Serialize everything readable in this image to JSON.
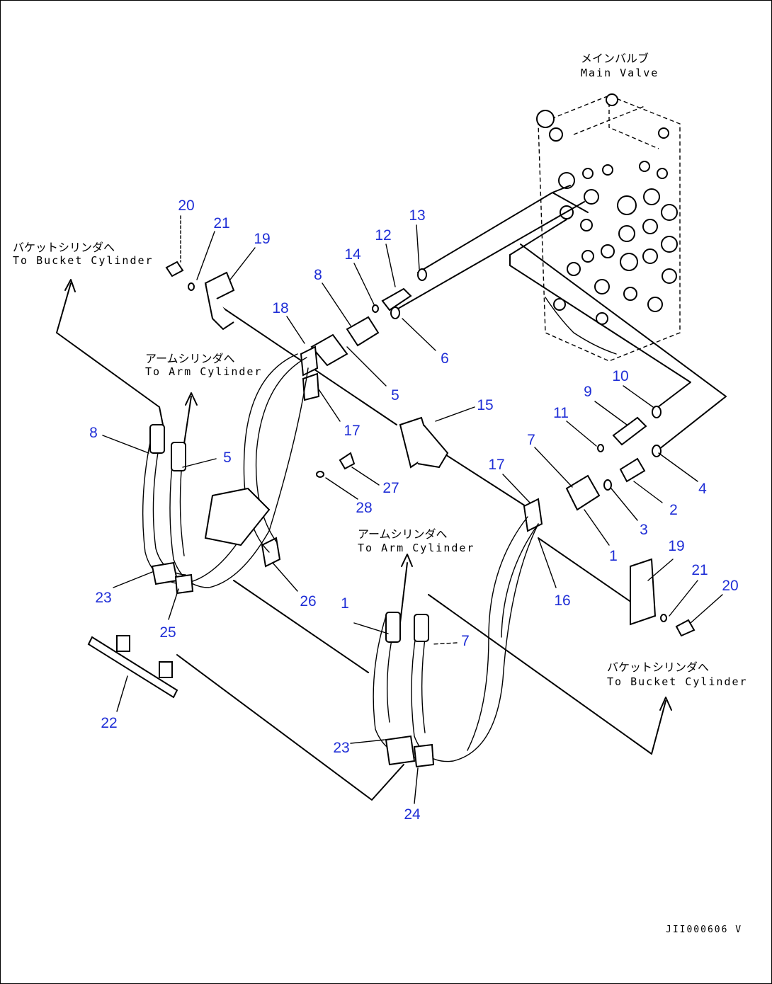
{
  "labels": {
    "main_valve_jp": "メインバルブ",
    "main_valve_en": "Main Valve",
    "bucket_top_jp": "バケットシリンダへ",
    "bucket_top_en": "To Bucket Cylinder",
    "arm_top_jp": "アームシリンダへ",
    "arm_top_en": "To Arm Cylinder",
    "arm_bottom_jp": "アームシリンダへ",
    "arm_bottom_en": "To Arm Cylinder",
    "bucket_bottom_jp": "バケットシリンダへ",
    "bucket_bottom_en": "To Bucket Cylinder"
  },
  "callouts": {
    "c20a": "20",
    "c21a": "21",
    "c19a": "19",
    "c13": "13",
    "c12": "12",
    "c14": "14",
    "c8a": "8",
    "c18": "18",
    "c6": "6",
    "c5a": "5",
    "c17a": "17",
    "c10": "10",
    "c9": "9",
    "c11": "11",
    "c4": "4",
    "c15": "15",
    "c7a": "7",
    "c17b": "17",
    "c2": "2",
    "c3": "3",
    "c1a": "1",
    "c8b": "8",
    "c5b": "5",
    "c27": "27",
    "c28": "28",
    "c19b": "19",
    "c21b": "21",
    "c20b": "20",
    "c16": "16",
    "c23a": "23",
    "c25": "25",
    "c26": "26",
    "c1b": "1",
    "c7b": "7",
    "c22": "22",
    "c23b": "23",
    "c24": "24"
  },
  "reference_code": "JII000606 V"
}
